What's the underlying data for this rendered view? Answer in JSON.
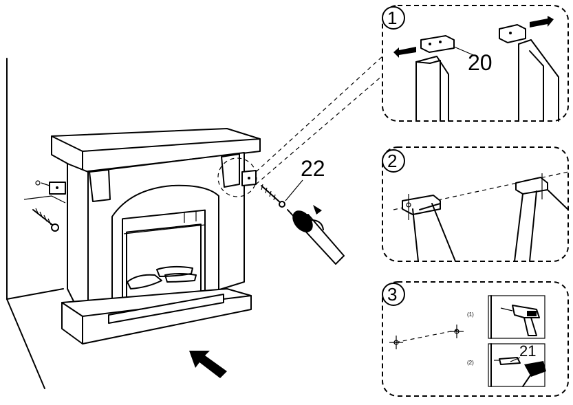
{
  "labels": {
    "part_main_screw": "22",
    "part_bracket": "20",
    "part_anchor": "21",
    "step1": "1",
    "step2": "2",
    "step3": "3",
    "substep1": "(1)",
    "substep2": "(2)"
  }
}
